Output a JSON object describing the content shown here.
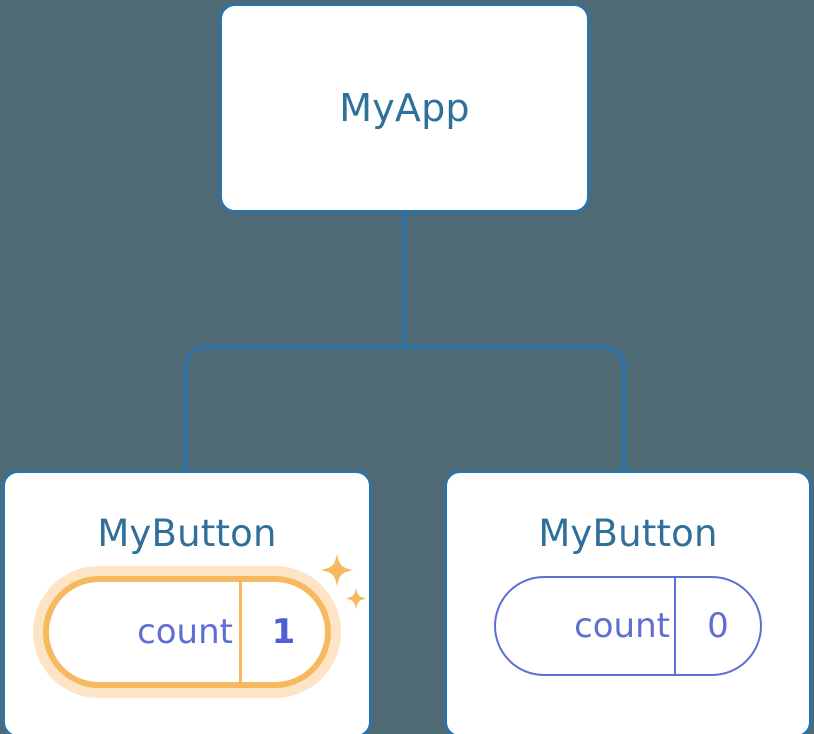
{
  "diagram": {
    "type": "component-tree",
    "background_color": "#4d6a75",
    "node_border_color": "#2e72a8",
    "node_title_color": "#2e7099",
    "connector_color": "#2e72a8",
    "prop_color": "#5f6ed2",
    "highlight_color": "#f7b95f",
    "highlight_glow_color": "#f8c47c"
  },
  "root": {
    "title": "MyApp"
  },
  "children": [
    {
      "title": "MyButton",
      "prop": {
        "key": "count",
        "value": "1"
      },
      "highlighted": true,
      "sparkle_icons": [
        "sparkle-large-icon",
        "sparkle-small-icon"
      ]
    },
    {
      "title": "MyButton",
      "prop": {
        "key": "count",
        "value": "0"
      },
      "highlighted": false,
      "sparkle_icons": []
    }
  ]
}
